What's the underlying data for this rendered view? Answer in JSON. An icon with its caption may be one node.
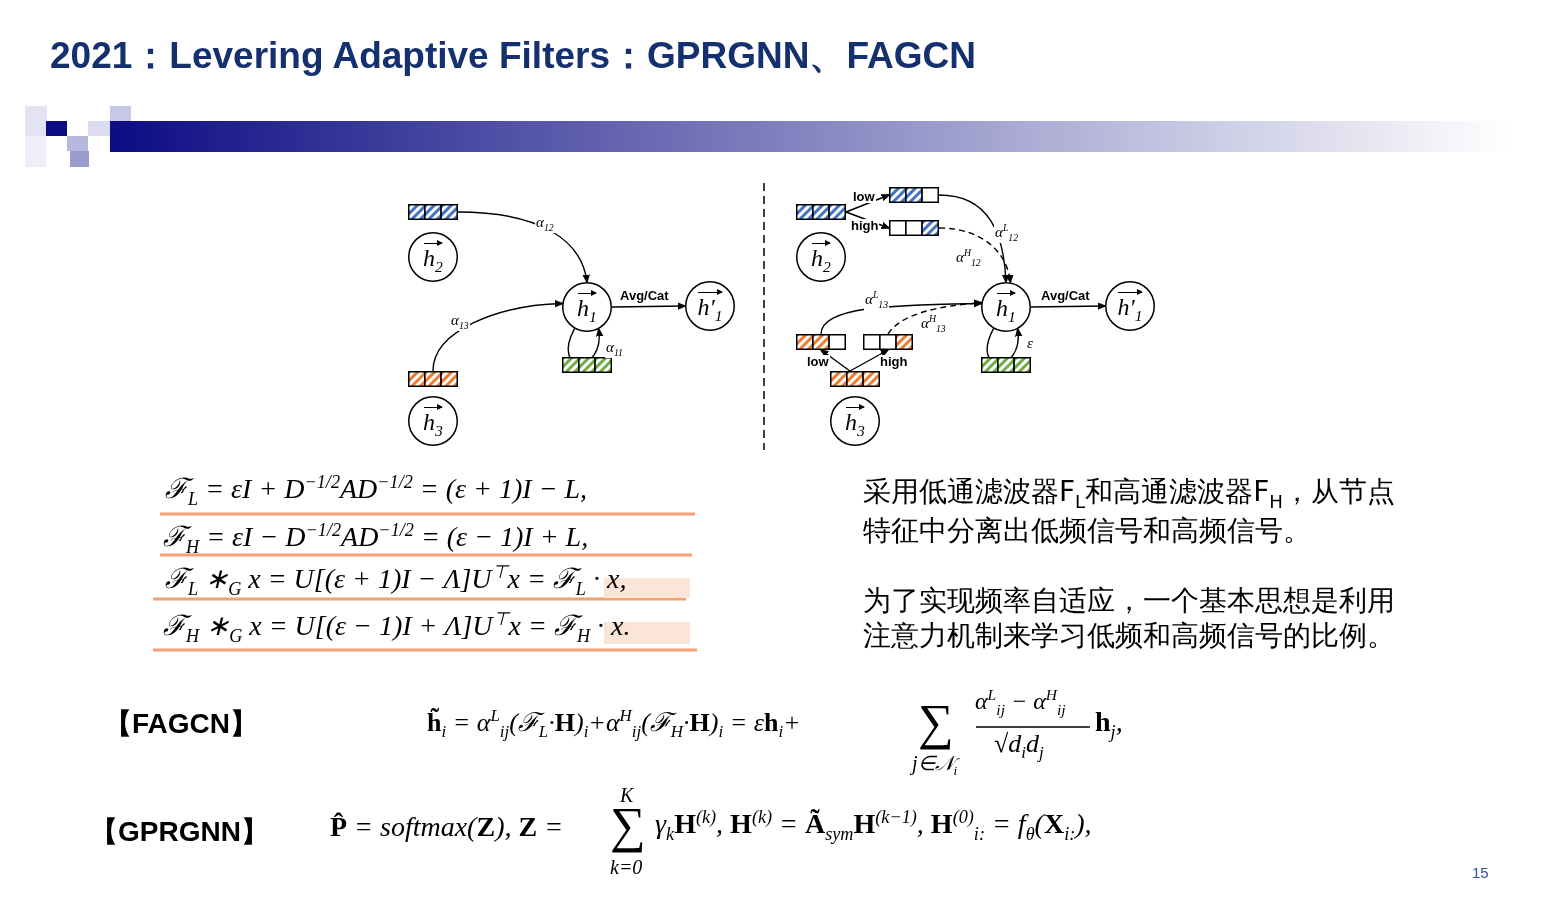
{
  "diagram": {
    "title": "2021：Levering Adaptive Filters：GPRGNN、FAGCN",
    "nodes": [
      {
        "text": [
          "h$_{2}$"
        ]
      },
      {
        "text": [],
        "shape": "bar"
      },
      {
        "text": [
          "h$_{1}$"
        ]
      },
      {
        "text": [
          "h′$_{1}$"
        ]
      },
      {
        "text": [],
        "shape": "bar"
      },
      {
        "text": [],
        "shape": "bar"
      },
      {
        "text": [
          "h$_{3}$"
        ]
      },
      {
        "text": [
          "h$_{2}$"
        ]
      },
      {
        "text": [],
        "shape": "bar"
      },
      {
        "text": [],
        "shape": "bar"
      },
      {
        "text": [],
        "shape": "bar"
      },
      {
        "text": [
          "h$_{1}$"
        ]
      },
      {
        "text": [
          "h′$_{1}$"
        ]
      },
      {
        "text": [],
        "shape": "bar"
      },
      {
        "text": [],
        "shape": "bar"
      },
      {
        "text": [],
        "shape": "bar"
      },
      {
        "text": [
          "h$_{3}$"
        ]
      },
      {
        "text": [],
        "shape": "bar"
      }
    ],
    "edges": [
      {
        "from": 1,
        "to": 2,
        "arrow": "to",
        "label": "α$_{12}$"
      },
      {
        "from": 5,
        "to": 2,
        "arrow": "to",
        "label": "α$_{13}$"
      },
      {
        "from": 2,
        "to": 3,
        "arrow": "to",
        "label": "Avg/Cat"
      },
      {
        "from": 2,
        "to": 2,
        "arrow": "to",
        "label": "α$_{11}$"
      },
      {
        "from": 8,
        "to": 9,
        "arrow": "to",
        "label": "low"
      },
      {
        "from": 8,
        "to": 10,
        "arrow": "to",
        "label": "high"
      },
      {
        "from": 9,
        "to": 11,
        "arrow": "to",
        "label": "α$^{L}$$_{12}$"
      },
      {
        "from": 10,
        "to": 11,
        "arrow": "to",
        "label": "α$^{H}$$_{12}$",
        "style": "dashed"
      },
      {
        "from": 13,
        "to": 11,
        "arrow": "to",
        "label": "α$^{L}$$_{13}$"
      },
      {
        "from": 14,
        "to": 11,
        "arrow": "to",
        "label": "α$^{H}$$_{13}$",
        "style": "dashed"
      },
      {
        "from": 15,
        "to": 13,
        "arrow": "to",
        "label": "low"
      },
      {
        "from": 15,
        "to": 14,
        "arrow": "to",
        "label": "high"
      },
      {
        "from": 11,
        "to": 12,
        "arrow": "to",
        "label": "Avg/Cat"
      },
      {
        "from": 11,
        "to": 11,
        "arrow": "to",
        "label": "ε"
      }
    ],
    "labels": [
      "ℱ$_{L}$ = εI + D$^{−1/2}$AD$^{−1/2}$ = (ε + 1)I − L,",
      "ℱ$_{H}$ = εI − D$^{−1/2}$AD$^{−1/2}$ = (ε − 1)I + L,",
      "ℱ$_{L}$ ∗$_{G}$ x = U[(ε + 1)I − Λ]U$^{⊤}$x = ℱ$_{L}$ · x,",
      "ℱ$_{H}$ ∗$_{G}$ x = U[(ε − 1)I + Λ]U$^{⊤}$x = ℱ$_{H}$ · x.",
      "采用低通滤波器F$_{L}$和高通滤波器F$_{H}$，从节点特征中分离出低频信号和高频信号。",
      "为了实现频率自适应，一个基本思想是利用注意力机制来学习低频和高频信号的比例。",
      "【FAGCN】",
      "**h̃**$_{i}$ = α$^{L}$$_{ij}$(ℱ$_{L}$·**H**)$_{i}$+α$^{H}$$_{ij}$(ℱ$_{H}$·**H**)$_{i}$ = ε**h**$_{i}$+",
      "∑",
      "j∈𝒩$_{i}$",
      "α$^{L}$$_{ij}$ − α$^{H}$$_{ij}$",
      "√d$_{i}$d$_{j}$",
      "**h**$_{j}$,",
      "【GPRGNN】",
      "**P̂** = softmax(**Z**), **Z** =",
      "K",
      "∑",
      "k=0",
      "γ$_{k}$**H**$^{(k)}$, **H**$^{(k)}$ = **Ã**$_{sym}$**H**$^{(k−1)}$, **H**$^{(0)}$$_{i:}$ = f$_{θ}$(**X**$_{i:}$),",
      "15"
    ]
  }
}
